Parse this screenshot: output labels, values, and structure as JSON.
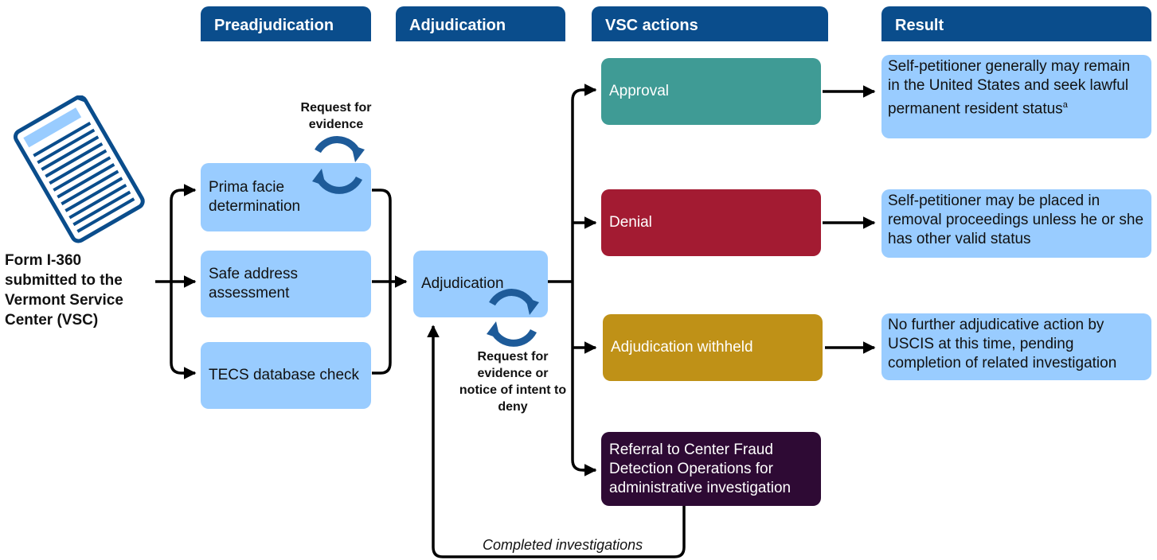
{
  "headers": {
    "preadjudication": "Preadjudication",
    "adjudication": "Adjudication",
    "vsc_actions": "VSC actions",
    "result": "Result"
  },
  "form": {
    "label": "Form I-360 submitted to the Vermont Service Center (VSC)",
    "icon": "document-icon"
  },
  "preadjudication": {
    "rfe_label": "Request for evidence",
    "boxes": [
      "Prima facie determination",
      "Safe address assessment",
      "TECS database check"
    ]
  },
  "adjudication": {
    "box": "Adjudication",
    "rfe_label": "Request for evidence or notice of intent to deny"
  },
  "vsc_actions": {
    "approval": "Approval",
    "denial": "Denial",
    "withheld": "Adjudication withheld",
    "referral": "Referral to Center Fraud Detection Operations for administrative investigation"
  },
  "results": {
    "approval": "Self-petitioner generally may remain in the United States and seek lawful permanent resident status",
    "approval_footnote": "a",
    "denial": "Self-petitioner may be placed in removal proceedings unless he or she has other valid status",
    "withheld": "No further adjudicative action by USCIS at this time, pending completion of related investigation"
  },
  "loop_label": "Completed investigations",
  "colors": {
    "header": "#0a4d8c",
    "light_box": "#99ccff",
    "approval": "#3f9b95",
    "denial": "#a31b32",
    "withheld": "#bf9117",
    "referral": "#2e0a34",
    "cycle": "#1e5b99"
  }
}
